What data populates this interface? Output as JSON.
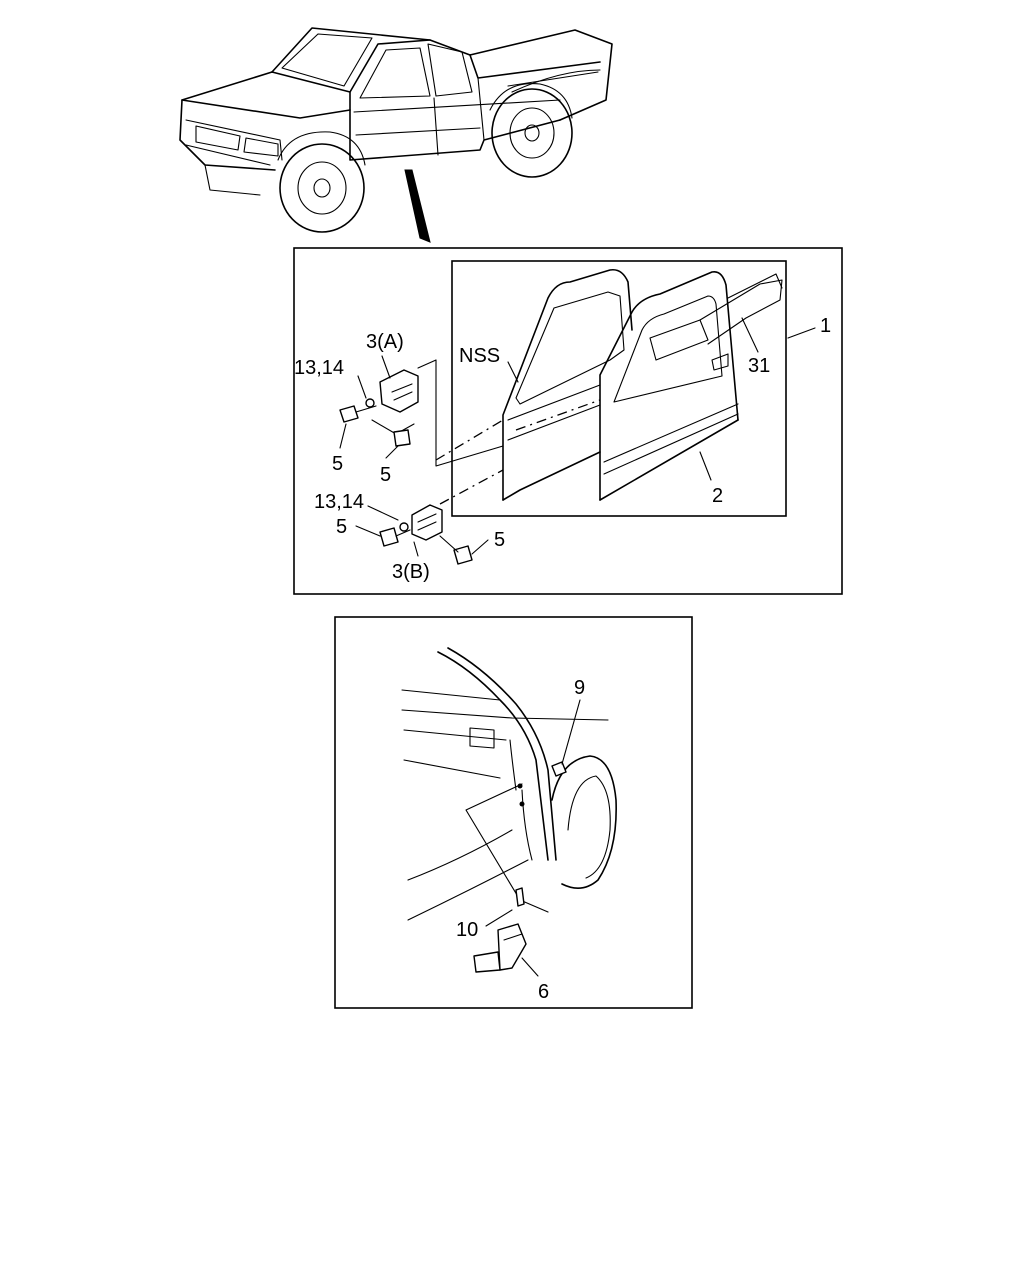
{
  "labels": {
    "hinge_upper": "3(A)",
    "washer_upper": "13,14",
    "bolt_upper_a": "5",
    "bolt_upper_b": "5",
    "washer_lower": "13,14",
    "bolt_lower_a": "5",
    "bolt_lower_b": "5",
    "hinge_lower": "3(B)",
    "door_side": "NSS",
    "door_assembly": "1",
    "door_panel": "2",
    "regulator": "31",
    "nut": "9",
    "pin": "10",
    "checker": "6"
  }
}
